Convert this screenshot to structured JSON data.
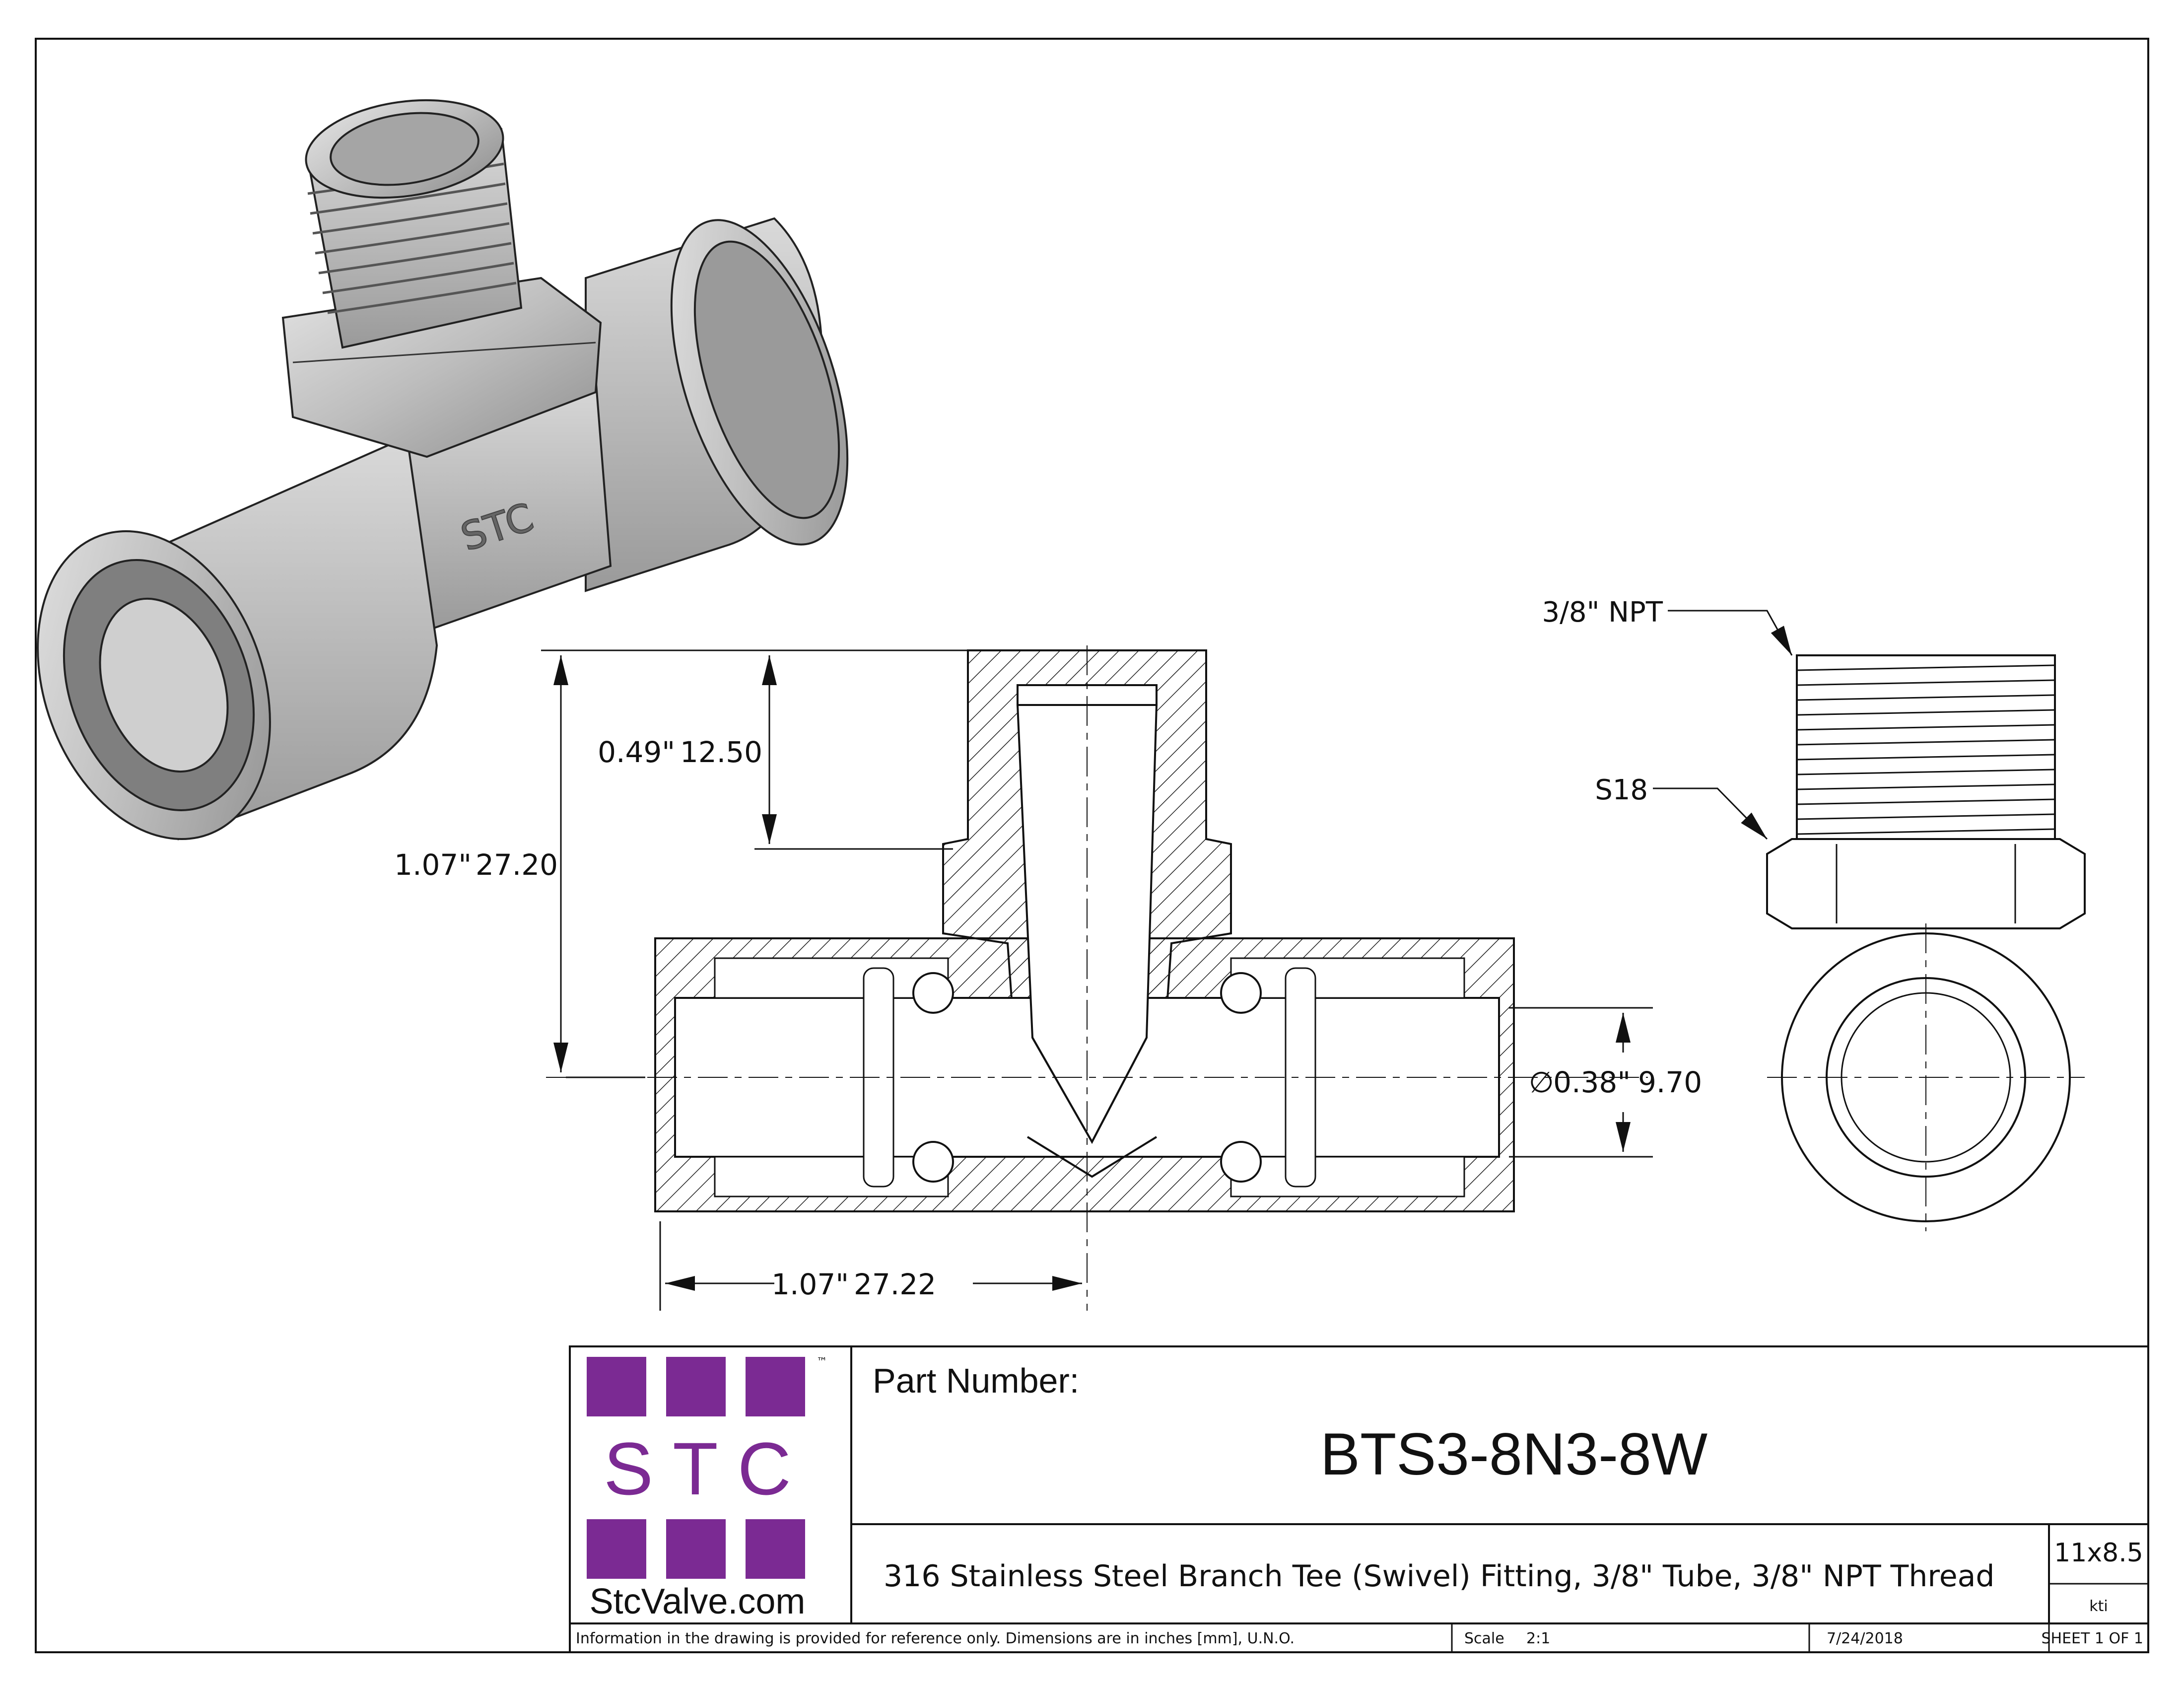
{
  "dimensions": {
    "thread_depth": "0.49\"",
    "thread_depth_mm": "12.50",
    "overall_height": "1.07\"",
    "overall_height_mm": "27.20",
    "half_length": "1.07\"",
    "half_length_mm": "27.22",
    "tube_diameter": "0.38\"",
    "tube_diameter_mm": "9.70",
    "diameter_symbol": "∅"
  },
  "callouts": {
    "thread": "3/8\" NPT",
    "hex": "S18"
  },
  "part_body_marking": "STC",
  "title_block": {
    "logo_letters": "S T C",
    "logo_tm": "™",
    "logo_url": "StcValve.com",
    "part_number_label": "Part Number:",
    "part_number": "BTS3-8N3-8W",
    "description": "316 Stainless Steel Branch Tee (Swivel) Fitting, 3/8\" Tube, 3/8\" NPT Thread",
    "sheet_size": "11x8.5",
    "drawn_by": "kti",
    "disclaimer": "Information in the drawing is provided for reference only. Dimensions are in inches [mm], U.N.O.",
    "scale_label": "Scale",
    "scale_value": "2:1",
    "date": "7/24/2018",
    "sheet": "SHEET 1 OF 1"
  },
  "colors": {
    "logo_purple": "#7b2a93",
    "line": "#111111",
    "body_gray": "#c8c8c8"
  }
}
